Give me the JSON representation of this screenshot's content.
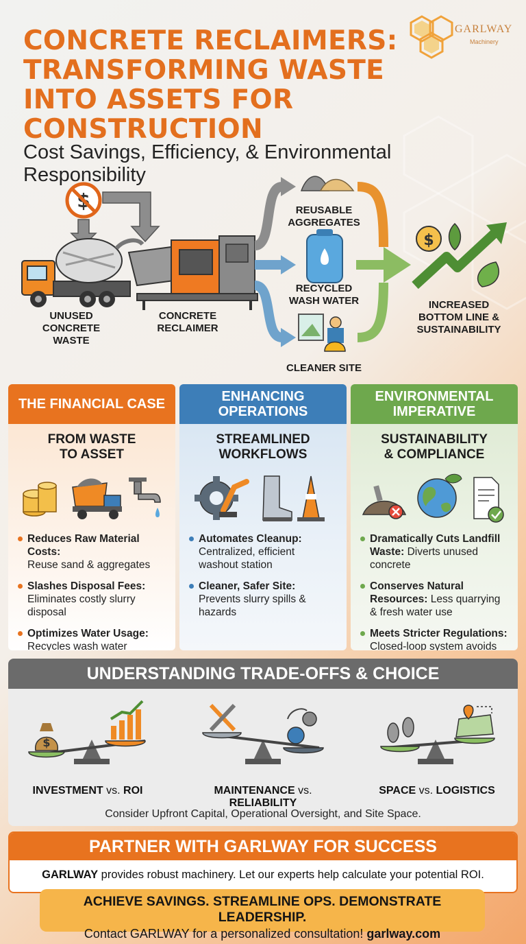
{
  "header": {
    "title": "CONCRETE RECLAIMERS: TRANSFORMING WASTE INTO ASSETS FOR CONSTRUCTION",
    "subtitle": "Cost Savings, Efficiency, & Environmental Responsibility",
    "logo_name": "GARLWAY",
    "logo_sub": "Machinery"
  },
  "flow": {
    "source_label": "UNUSED CONCRETE WASTE",
    "machine_label": "CONCRETE RECLAIMER",
    "outputs": [
      {
        "label": "REUSABLE AGGREGATES"
      },
      {
        "label": "RECYCLED WASH WATER"
      },
      {
        "label": "CLEANER SITE"
      }
    ],
    "result_label": "INCREASED BOTTOM LINE & SUSTAINABILITY",
    "colors": {
      "gray_arrow": "#8d8d8d",
      "blue_arrow": "#6fa3cc",
      "orange_arrow": "#e8922e",
      "green_arrow": "#8cbc62"
    }
  },
  "panels": [
    {
      "title": "THE FINANCIAL CASE",
      "subtitle": "FROM WASTE TO ASSET",
      "icons": [
        "coins-icon",
        "dump-truck-icon",
        "faucet-icon"
      ],
      "bullets": [
        {
          "bold": "Reduces Raw Material Costs:",
          "text": "Reuse sand & aggregates"
        },
        {
          "bold": "Slashes Disposal Fees:",
          "text": "Eliminates costly slurry disposal"
        },
        {
          "bold": "Optimizes Water Usage:",
          "text": "Recycles wash water"
        }
      ]
    },
    {
      "title": "ENHANCING OPERATIONS",
      "subtitle": "STREAMLINED WORKFLOWS",
      "icons": [
        "gear-robot-arm-icon",
        "safety-boot-icon",
        "traffic-cone-icon"
      ],
      "bullets": [
        {
          "bold": "Automates Cleanup:",
          "text": "Centralized, efficient washout station"
        },
        {
          "bold": "Cleaner, Safer Site:",
          "text": "Prevents slurry spills & hazards"
        }
      ]
    },
    {
      "title": "ENVIRONMENTAL IMPERATIVE",
      "subtitle": "SUSTAINABILITY & COMPLIANCE",
      "icons": [
        "landfill-cross-icon",
        "globe-leaf-icon",
        "document-check-icon"
      ],
      "bullets": [
        {
          "bold": "Dramatically Cuts Landfill Waste:",
          "text": "Diverts unused concrete"
        },
        {
          "bold": "Conserves Natural Resources:",
          "text": "Less quarrying & fresh water use"
        },
        {
          "bold": "Meets Stricter Regulations:",
          "text": "Closed-loop system avoids fines"
        }
      ]
    }
  ],
  "tradeoffs": {
    "title": "UNDERSTANDING TRADE-OFFS & CHOICE",
    "items": [
      {
        "left": "INVESTMENT",
        "vs": "vs.",
        "right": "ROI"
      },
      {
        "left": "MAINTENANCE",
        "vs": "vs.",
        "right": "RELIABILITY"
      },
      {
        "left": "SPACE",
        "vs": "vs.",
        "right": "LOGISTICS"
      }
    ],
    "note": "Consider Upfront Capital, Operational Oversight, and Site Space."
  },
  "partner": {
    "title": "PARTNER WITH GARLWAY FOR SUCCESS",
    "brand": "GARLWAY",
    "text": "provides robust machinery. Let our experts help calculate your potential ROI."
  },
  "cta": {
    "line1": "ACHIEVE SAVINGS. STREAMLINE OPS. DEMONSTRATE LEADERSHIP.",
    "line2": "Contact GARLWAY for a personalized consultation!",
    "url": "garlway.com"
  }
}
